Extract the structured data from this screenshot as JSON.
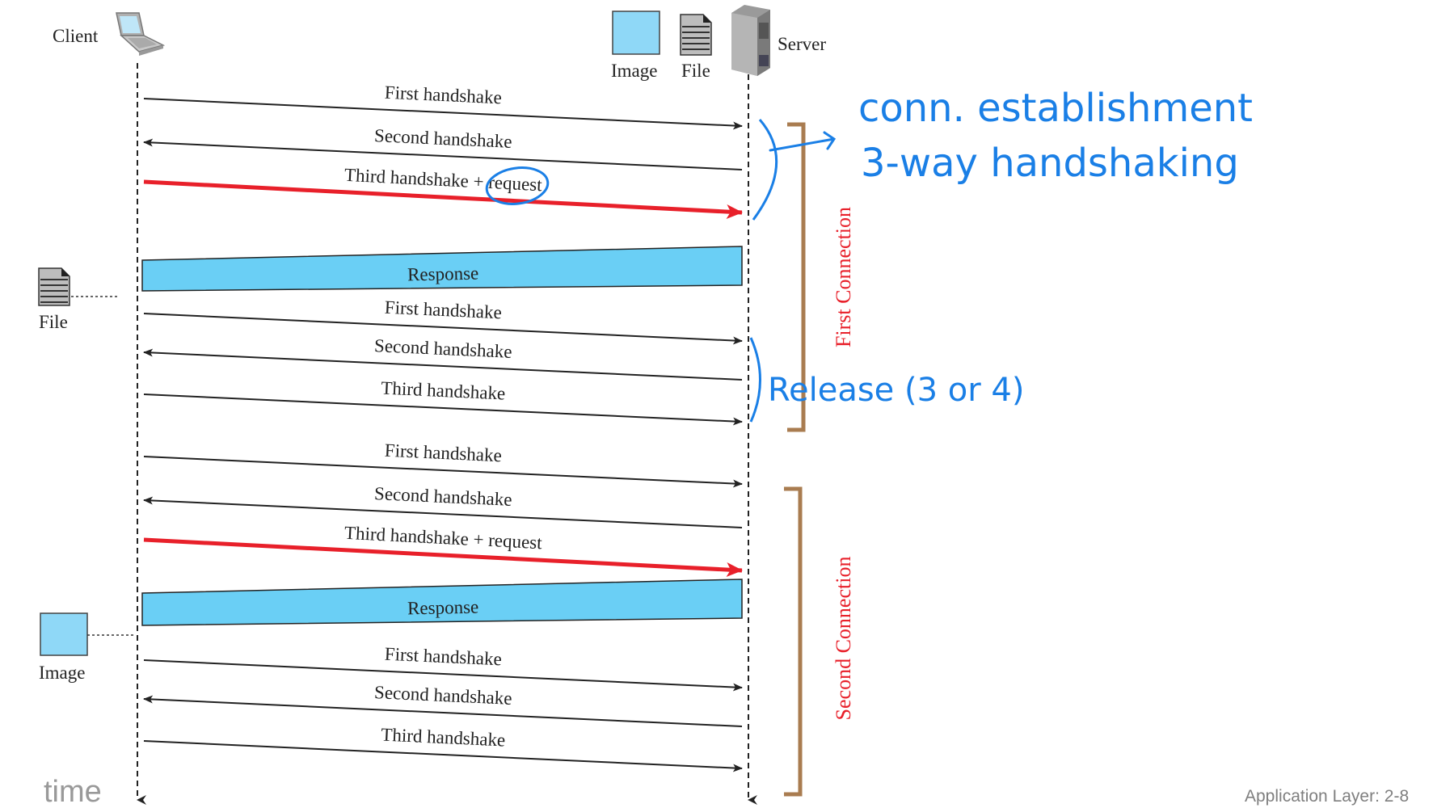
{
  "actors": {
    "client_label": "Client",
    "server_label": "Server",
    "server_image_label": "Image",
    "server_file_label": "File"
  },
  "received": {
    "file_label": "File",
    "image_label": "Image"
  },
  "messages": [
    {
      "label": "First handshake",
      "direction": "to-server",
      "style": "normal"
    },
    {
      "label": "Second handshake",
      "direction": "to-client",
      "style": "normal"
    },
    {
      "label": "Third handshake + request",
      "direction": "to-server",
      "style": "highlight"
    },
    {
      "label": "Response",
      "direction": "to-client",
      "style": "block"
    },
    {
      "label": "First handshake",
      "direction": "to-server",
      "style": "normal"
    },
    {
      "label": "Second handshake",
      "direction": "to-client",
      "style": "normal"
    },
    {
      "label": "Third handshake",
      "direction": "to-server",
      "style": "normal"
    },
    {
      "label": "First handshake",
      "direction": "to-server",
      "style": "normal"
    },
    {
      "label": "Second handshake",
      "direction": "to-client",
      "style": "normal"
    },
    {
      "label": "Third handshake + request",
      "direction": "to-server",
      "style": "highlight"
    },
    {
      "label": "Response",
      "direction": "to-client",
      "style": "block"
    },
    {
      "label": "First handshake",
      "direction": "to-server",
      "style": "normal"
    },
    {
      "label": "Second handshake",
      "direction": "to-client",
      "style": "normal"
    },
    {
      "label": "Third handshake",
      "direction": "to-server",
      "style": "normal"
    }
  ],
  "connections": {
    "first": "First Connection",
    "second": "Second Connection"
  },
  "annotations": {
    "line1": "conn. establishment",
    "line2": "3-way handshaking",
    "release": "Release (3 or 4)"
  },
  "time_label": "time",
  "footer": "Application Layer: 2-8",
  "colors": {
    "highlight_arrow": "#e8202a",
    "response_fill": "#6acff5",
    "image_fill": "#8fd8f7",
    "connection_label": "#e8202a",
    "bracket": "#a97c50",
    "annotation": "#1a7fe6",
    "footer_text": "#7f7f7f"
  }
}
